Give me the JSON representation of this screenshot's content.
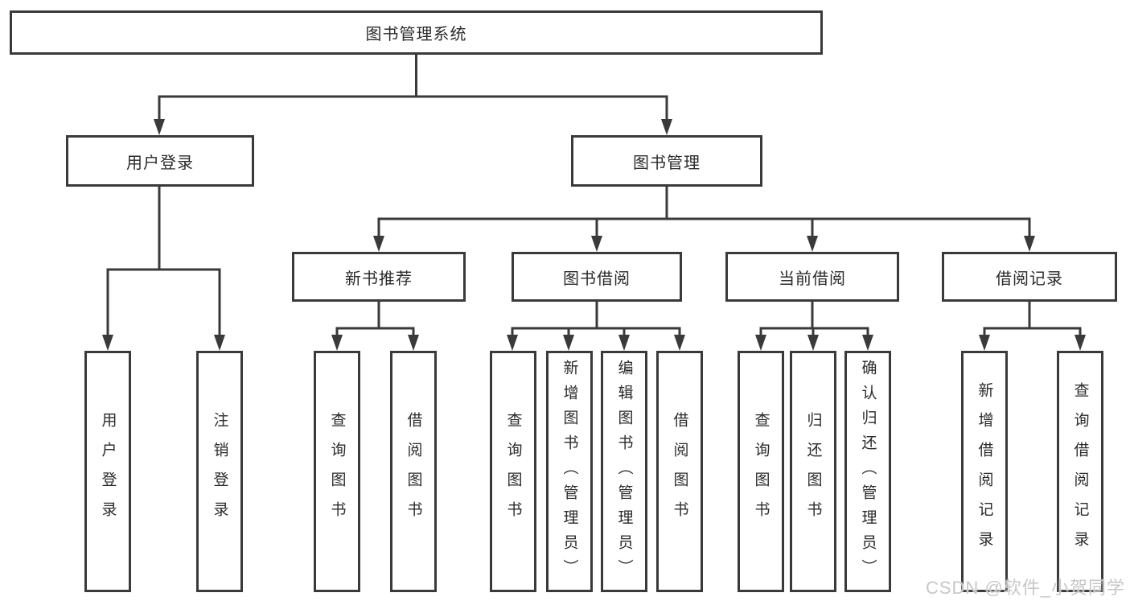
{
  "diagram": {
    "title": "图书管理系统",
    "nodes": {
      "root": "图书管理系统",
      "user_login": "用户登录",
      "book_mgmt": "图书管理",
      "new_book_rec": "新书推荐",
      "book_borrow": "图书借阅",
      "current_borrow": "当前借阅",
      "borrow_records": "借阅记录",
      "leaf_user_login": "用户登录",
      "leaf_logout": "注销登录",
      "leaf_query_book_1": "查询图书",
      "leaf_borrow_book_1": "借阅图书",
      "leaf_query_book_2": "查询图书",
      "leaf_add_book": "新增图书（管理员）",
      "leaf_edit_book": "编辑图书（管理员）",
      "leaf_borrow_book_2": "借阅图书",
      "leaf_query_book_3": "查询图书",
      "leaf_return_book": "归还图书",
      "leaf_confirm_return": "确认归还（管理员）",
      "leaf_add_record": "新增借阅记录",
      "leaf_query_record": "查询借阅记录"
    },
    "hierarchy": {
      "图书管理系统": {
        "用户登录": [
          "用户登录",
          "注销登录"
        ],
        "图书管理": {
          "新书推荐": [
            "查询图书",
            "借阅图书"
          ],
          "图书借阅": [
            "查询图书",
            "新增图书（管理员）",
            "编辑图书（管理员）",
            "借阅图书"
          ],
          "当前借阅": [
            "查询图书",
            "归还图书",
            "确认归还（管理员）"
          ],
          "借阅记录": [
            "新增借阅记录",
            "查询借阅记录"
          ]
        }
      }
    },
    "colors": {
      "line": "#3a3a3a",
      "text": "#2b2b2b",
      "box_fill": "#ffffff",
      "background": "#ffffff",
      "watermark": "#c7c7c7"
    }
  },
  "watermark": {
    "text": "CSDN @软件_小贺同学"
  }
}
